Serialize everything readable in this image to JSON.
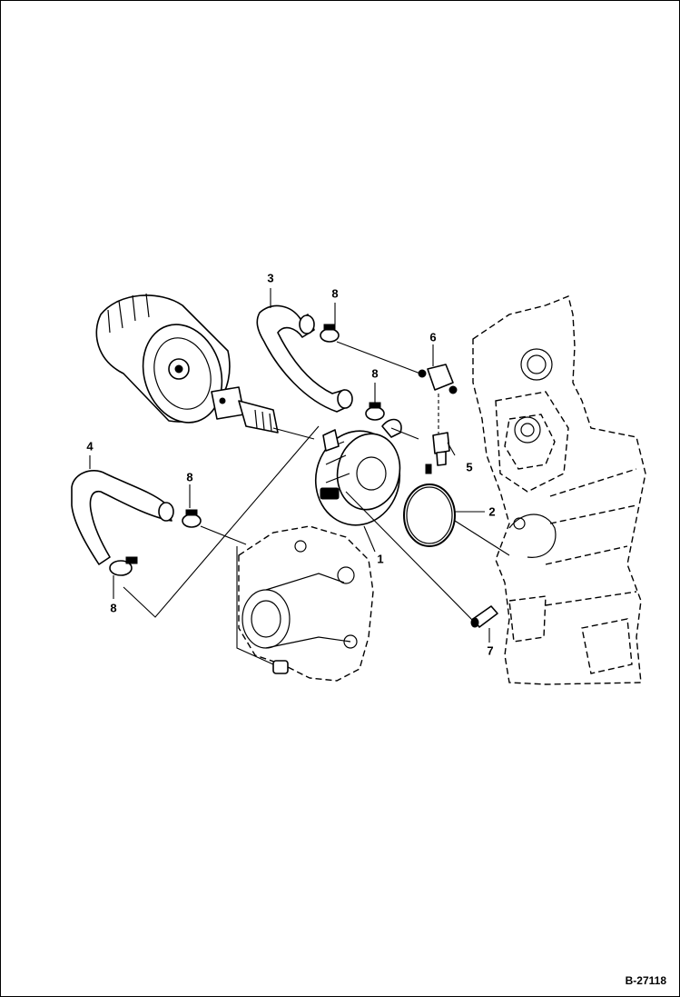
{
  "figure_id": "B-27118",
  "callouts": [
    {
      "id": "c1",
      "text": "1"
    },
    {
      "id": "c2",
      "text": "2"
    },
    {
      "id": "c3",
      "text": "3"
    },
    {
      "id": "c4",
      "text": "4"
    },
    {
      "id": "c5",
      "text": "5"
    },
    {
      "id": "c6",
      "text": "6"
    },
    {
      "id": "c7",
      "text": "7"
    },
    {
      "id": "c8a",
      "text": "8"
    },
    {
      "id": "c8b",
      "text": "8"
    },
    {
      "id": "c8c",
      "text": "8"
    },
    {
      "id": "c8d",
      "text": "8"
    }
  ]
}
